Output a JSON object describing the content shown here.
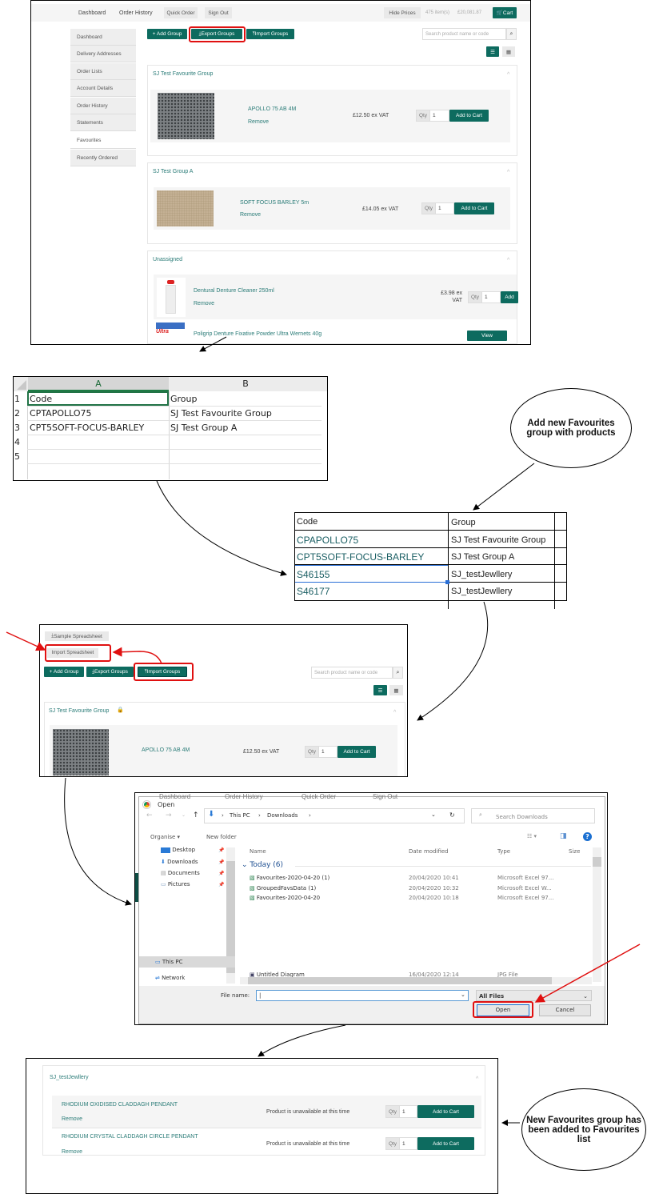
{
  "panel1": {
    "nav": {
      "dashboard": "Dashboard",
      "order_history": "Order History",
      "quick_order": "Quick Order",
      "sign_out": "Sign Out",
      "hide_prices": "Hide Prices",
      "items": "475 item(s)",
      "total": "£20,081.87",
      "cart": "Cart"
    },
    "sidebar": [
      "Dashboard",
      "Delivery Addresses",
      "Order Lists",
      "Account Details",
      "Order History",
      "Statements",
      "Favourites",
      "Recently Ordered"
    ],
    "toolbar": {
      "add_group": "+ Add Group",
      "export_groups": "Export Groups",
      "import_groups": "Import Groups"
    },
    "search_placeholder": "Search product name or code",
    "groups": [
      {
        "title": "SJ Test Favourite Group",
        "products": [
          {
            "name": "APOLLO 75 AB 4M",
            "remove": "Remove",
            "price": "£12.50 ex VAT",
            "qty_label": "Qty",
            "qty": "1",
            "add": "Add to Cart"
          }
        ]
      },
      {
        "title": "SJ Test Group A",
        "products": [
          {
            "name": "SOFT FOCUS BARLEY 5m",
            "remove": "Remove",
            "price": "£14.05 ex VAT",
            "qty_label": "Qty",
            "qty": "1",
            "add": "Add to Cart"
          }
        ]
      },
      {
        "title": "Unassigned",
        "products": [
          {
            "name": "Dentural Denture Cleaner 250ml",
            "remove": "Remove",
            "price": "£3.98 ex VAT",
            "qty_label": "Qty",
            "qty": "1",
            "add": "Add"
          },
          {
            "name": "Poligrip Denture Fixative Powder Ultra Wernets 40g",
            "view": "View"
          }
        ]
      }
    ]
  },
  "excel": {
    "columns": [
      "A",
      "B"
    ],
    "row_numbers": [
      "1",
      "2",
      "3",
      "4",
      "5"
    ],
    "rows": [
      [
        "Code",
        "Group"
      ],
      [
        "CPTAPOLLO75",
        "SJ Test Favourite Group"
      ],
      [
        "CPT5SOFT-FOCUS-BARLEY",
        "SJ Test Group A"
      ]
    ]
  },
  "callout1": "Add new Favourites group with products",
  "sheet": {
    "rows": [
      [
        "Code",
        "Group"
      ],
      [
        "CPAPOLLO75",
        "SJ Test Favourite Group"
      ],
      [
        "CPT5SOFT-FOCUS-BARLEY",
        "SJ Test Group A"
      ],
      [
        "S46155",
        "SJ_testJewllery"
      ],
      [
        "S46177",
        "SJ_testJewllery"
      ]
    ]
  },
  "panel4": {
    "sample": "Sample Spreadsheet",
    "import_spreadsheet": "Import Spreadsheet",
    "add_group": "+ Add Group",
    "export_groups": "Export Groups",
    "import_groups": "Import Groups",
    "search_placeholder": "Search product name or code",
    "group_title": "SJ Test Favourite Group",
    "product": {
      "name": "APOLLO 75 AB 4M",
      "price": "£12.50 ex VAT",
      "qty_label": "Qty",
      "qty": "1",
      "add": "Add to Cart"
    }
  },
  "dialog": {
    "background_nav": [
      "Dashboard",
      "Order History",
      "Quick Order",
      "Sign Out"
    ],
    "title": "Open",
    "path": [
      "This PC",
      "Downloads"
    ],
    "search_placeholder": "Search Downloads",
    "organise": "Organise ▾",
    "new_folder": "New folder",
    "quick_access": [
      "Desktop",
      "Downloads",
      "Documents",
      "Pictures"
    ],
    "this_pc": "This PC",
    "network": "Network",
    "columns": [
      "Name",
      "Date modified",
      "Type",
      "Size"
    ],
    "group": "Today (6)",
    "files": [
      {
        "name": "Favourites-2020-04-20 (1)",
        "date": "20/04/2020 10:41",
        "type": "Microsoft Excel 97..."
      },
      {
        "name": "GroupedFavsData (1)",
        "date": "20/04/2020 10:32",
        "type": "Microsoft Excel W..."
      },
      {
        "name": "Favourites-2020-04-20",
        "date": "20/04/2020 10:18",
        "type": "Microsoft Excel 97..."
      },
      {
        "name": "Untitled Diagram",
        "date": "16/04/2020 12:14",
        "type": "JPG File"
      }
    ],
    "file_name_label": "File name:",
    "file_name": "",
    "file_type": "All Files",
    "open": "Open",
    "cancel": "Cancel"
  },
  "panel6": {
    "group_title": "SJ_testJewllery",
    "products": [
      {
        "name": "RHODIUM OXIDISED CLADDAGH PENDANT",
        "remove": "Remove",
        "status": "Product is unavailable at this time",
        "qty_label": "Qty",
        "qty": "1",
        "add": "Add to Cart"
      },
      {
        "name": "RHODIUM CRYSTAL CLADDAGH CIRCLE PENDANT",
        "remove": "Remove",
        "status": "Product is unavailable at this time",
        "qty_label": "Qty",
        "qty": "1",
        "add": "Add to Cart"
      }
    ]
  },
  "callout2": "New Favourites group has been added to Favourites list",
  "colors": {
    "brand": "#0d6b5f",
    "highlight": "#e01010"
  }
}
